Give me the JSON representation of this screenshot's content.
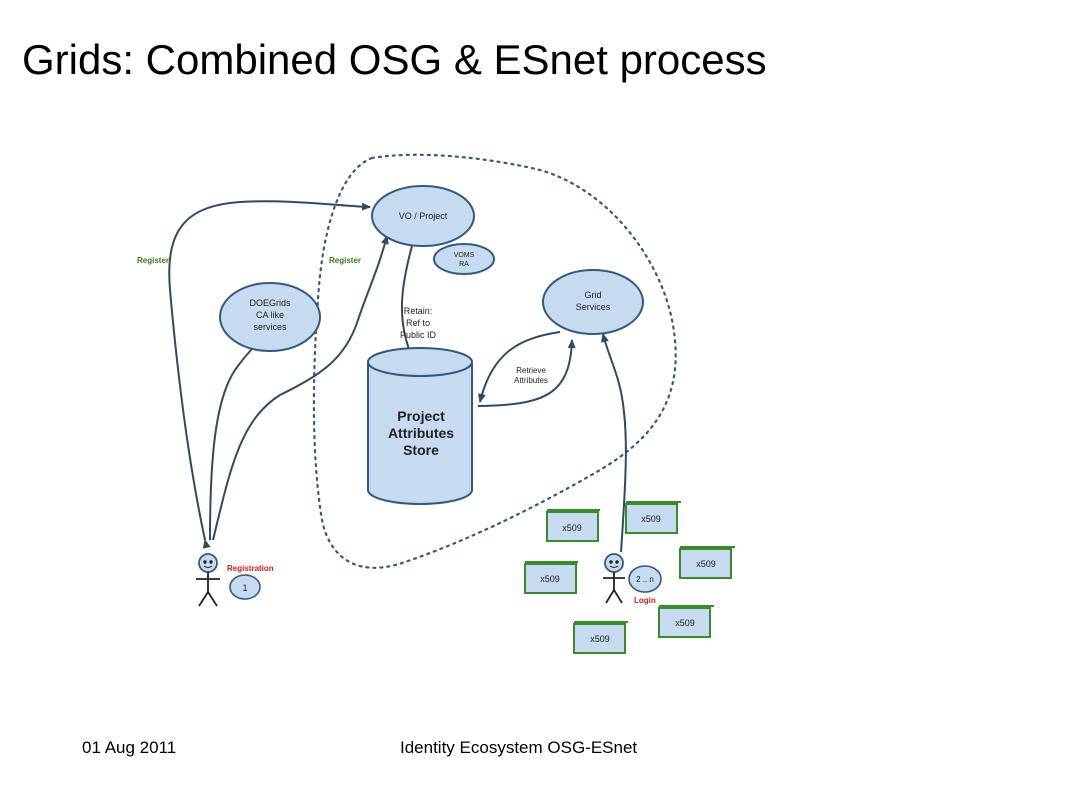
{
  "slide": {
    "title": "Grids: Combined OSG & ESnet process",
    "footer_date": "01 Aug 2011",
    "footer_center": "Identity Ecosystem OSG-ESnet"
  },
  "diagram": {
    "nodes": {
      "vo_project": "VO / Project",
      "voms_line1": "VOMS",
      "voms_line2": "RA",
      "doegrids_line1": "DOEGrids",
      "doegrids_line2": "CA like",
      "doegrids_line3": "services",
      "grid_line1": "Grid",
      "grid_line2": "Services",
      "store_line1": "Project",
      "store_line2": "Attributes",
      "store_line3": "Store"
    },
    "labels": {
      "register_left": "Register",
      "register_mid": "Register",
      "retain_line1": "Retain:",
      "retain_line2": "Ref to",
      "retain_line3": "Public ID",
      "retrieve_line1": "Retrieve",
      "retrieve_line2": "Attributes",
      "registration": "Registration",
      "step_1": "1",
      "login": "Login",
      "step_2n": "2 .. n"
    },
    "certificates": [
      "x509",
      "x509",
      "x509",
      "x509",
      "x509",
      "x509"
    ],
    "colors": {
      "node_fill": "#c6dbef",
      "node_stroke": "#34597e",
      "arrow": "#2f4a63",
      "register_green": "#3a7d1e",
      "registration_red": "#cc1f1f",
      "cert_green": "#3c8a2e",
      "boundary": "#34597e"
    }
  }
}
